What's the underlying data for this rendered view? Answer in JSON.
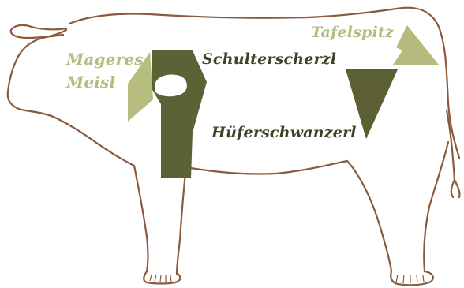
{
  "labels": {
    "mageres_meisl_line1": "Mageres",
    "mageres_meisl_line2": "Meisl",
    "schulterscherzl": "Schulterscherzl",
    "tafelspitz": "Tafelspitz",
    "hueferschwanzerl": "Hüferschwanzerl"
  },
  "colors": {
    "outline": "#8b5a3c",
    "light_olive": "#b7bd80",
    "dark_olive": "#5b6336",
    "mid_olive": "#6e7645",
    "tafelspitz_fill": "#b5bb7c",
    "hueferschwanzerl_fill": "#5b5f33",
    "dark_label": "#3f4226",
    "light_label": "#b8bb7e",
    "background": "#ffffff"
  }
}
